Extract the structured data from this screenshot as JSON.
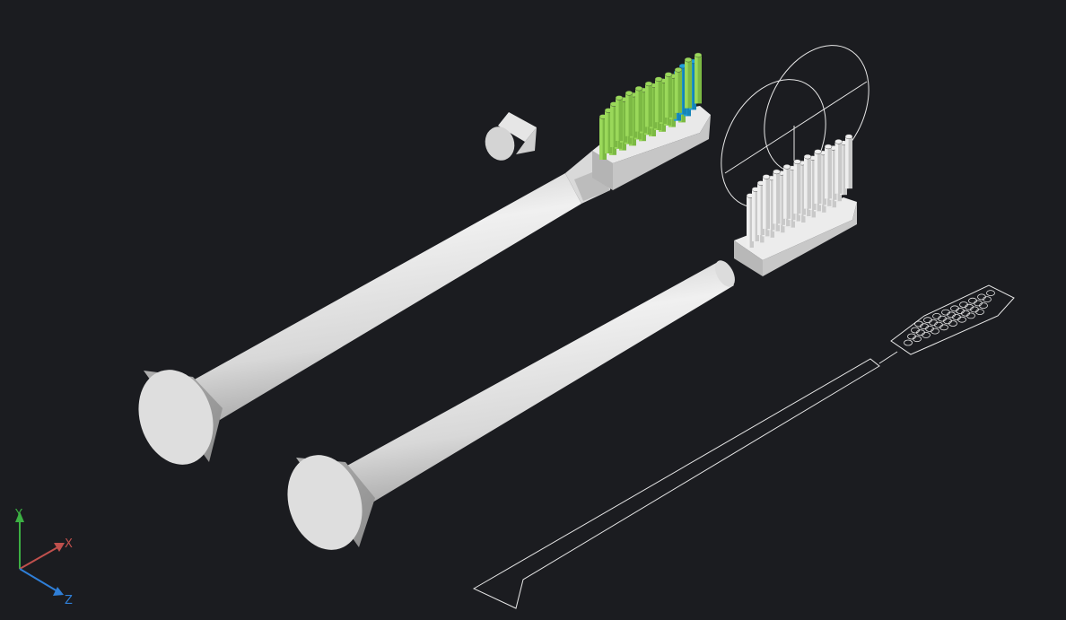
{
  "viewport": {
    "background": "#1b1c20"
  },
  "ucs": {
    "x_label": "X",
    "y_label": "Y",
    "z_label": "Z",
    "x_color": "#c0504d",
    "y_color": "#3cb043",
    "z_color": "#2f7fd8"
  },
  "colors": {
    "solid_light": "#e6e6e6",
    "solid_mid": "#c9c9c9",
    "solid_dark": "#9e9e9e",
    "bristle_green": "#9ad85a",
    "bristle_blue": "#1ea0dc",
    "bristle_white": "#e2e2e2",
    "wireframe": "#e8e8e8"
  },
  "objects": [
    {
      "name": "assembled-brush",
      "icon": "toothbrush-solid"
    },
    {
      "name": "small-connector-block",
      "icon": "cylinder-block"
    },
    {
      "name": "separate-brush-head",
      "icon": "brush-head-solid"
    },
    {
      "name": "bare-handle",
      "icon": "handle-solid"
    },
    {
      "name": "wireframe-outline",
      "icon": "toothbrush-wireframe"
    },
    {
      "name": "construction-circles",
      "icon": "circle-wireframe"
    }
  ]
}
